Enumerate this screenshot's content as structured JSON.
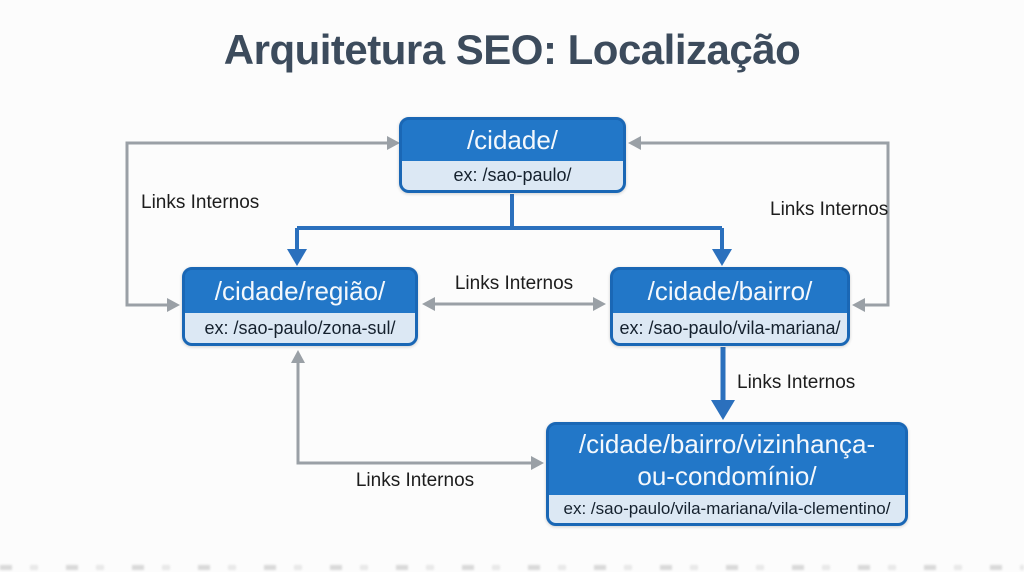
{
  "title": "Arquitetura SEO: Localização",
  "nodes": {
    "cidade": {
      "path": "/cidade/",
      "example": "ex: /sao-paulo/"
    },
    "regiao": {
      "path": "/cidade/região/",
      "example": "ex: /sao-paulo/zona-sul/"
    },
    "bairro": {
      "path": "/cidade/bairro/",
      "example": "ex: /sao-paulo/vila-mariana/"
    },
    "vizinhanca": {
      "path_line1": "/cidade/bairro/vizinhança-",
      "path_line2": "ou-condomínio/",
      "path_full": "/cidade/bairro/vizinhança-ou-condomínio/",
      "example": "ex: /sao-paulo/vila-mariana/vila-clementino/"
    }
  },
  "edge_labels": [
    {
      "id": "loop-cidade-regiao",
      "label": "Links Internos"
    },
    {
      "id": "loop-cidade-bairro",
      "label": "Links Internos"
    },
    {
      "id": "regiao-bairro-horizontal",
      "label": "Links Internos"
    },
    {
      "id": "bairro-vizinhanca-down",
      "label": "Links Internos"
    },
    {
      "id": "vizinhanca-regiao-elbow",
      "label": "Links Internos"
    }
  ],
  "colors": {
    "node_blue": "#2277c8",
    "node_border": "#1a67b5",
    "example_band": "#dce8f4",
    "example_text": "#15212e",
    "node_text": "#f4f8fc",
    "line_gray": "#9aa0a6",
    "line_blue": "#2b70bd",
    "title_text": "#3c4b5c",
    "label_text": "#1d1d1d",
    "background": "#fcfcfc"
  }
}
